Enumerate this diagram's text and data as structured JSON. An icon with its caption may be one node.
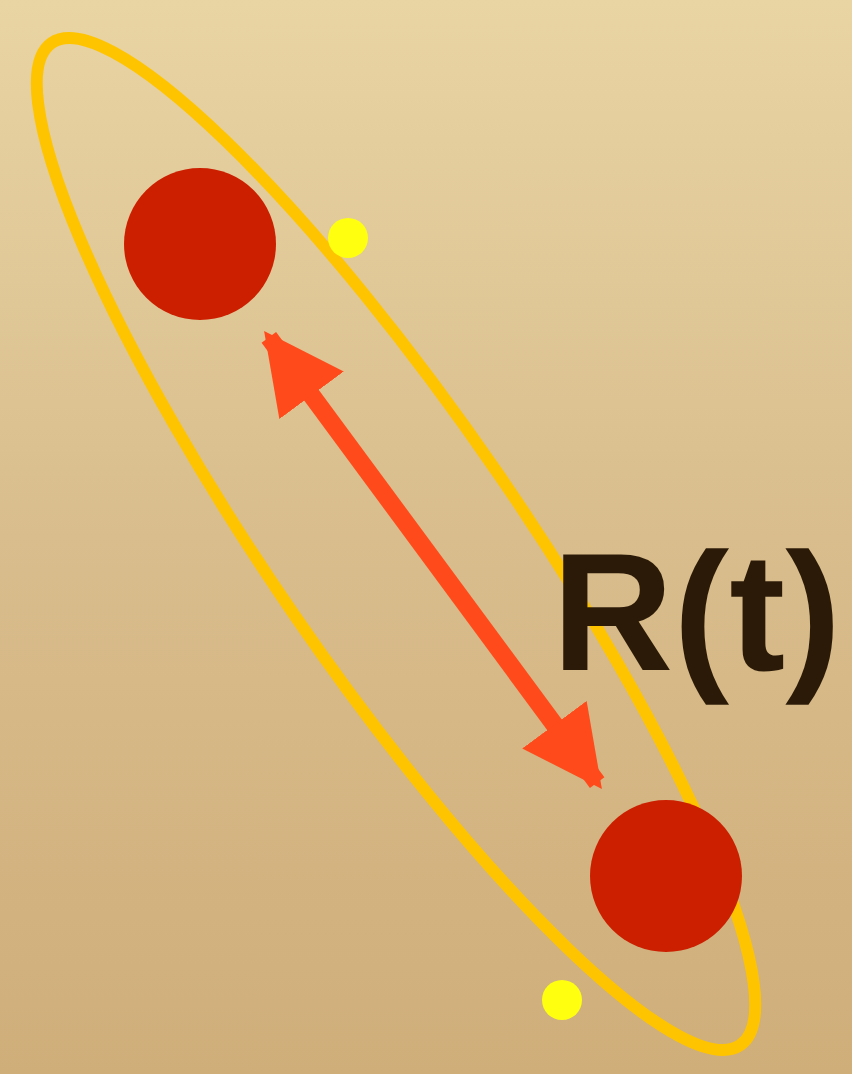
{
  "diagram": {
    "nodes": [
      {
        "text": [],
        "shape": "circle"
      },
      {
        "text": [],
        "shape": "circle"
      }
    ],
    "edges": [
      {
        "from": 0,
        "to": 1,
        "arrow": "both",
        "label": "R(t)"
      }
    ]
  }
}
